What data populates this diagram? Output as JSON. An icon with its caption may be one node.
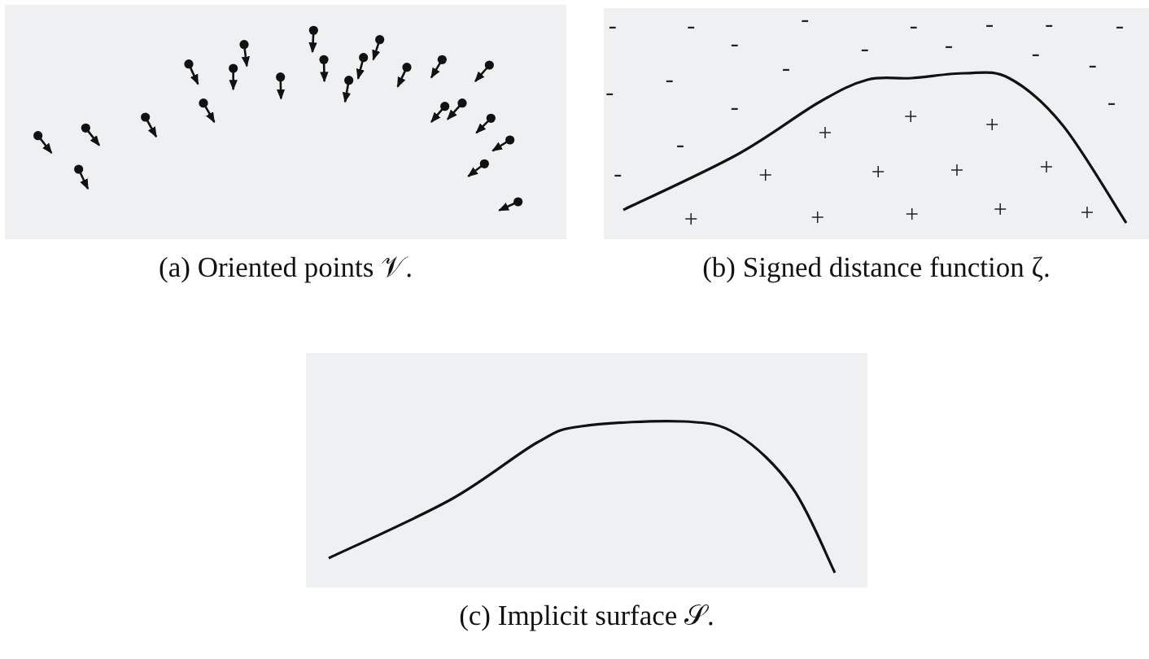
{
  "diagram": {
    "nodes": [
      {
        "text": [
          "(a) Oriented points 𝒱."
        ]
      },
      {
        "text": [
          "(b) Signed distance function ζ."
        ]
      },
      {
        "text": [
          "(c) Implicit surface 𝒮."
        ]
      }
    ],
    "labels": [
      "-",
      "-",
      "-",
      "-",
      "-",
      "-",
      "-",
      "-",
      "-",
      "-",
      "-",
      "-",
      "-",
      "-",
      "-",
      "-",
      "-",
      "-",
      "-",
      "+",
      "+",
      "+",
      "+",
      "+",
      "+",
      "+",
      "+",
      "+",
      "+",
      "+",
      "+"
    ]
  }
}
